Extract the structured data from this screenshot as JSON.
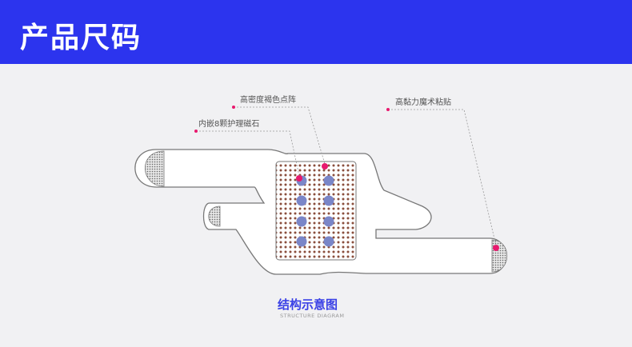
{
  "banner": {
    "title": "产品尺码",
    "color": "#2c34ee"
  },
  "annotations": {
    "brown_dot_matrix": "高密度褐色点阵",
    "magnets": "内嵌8颗护理磁石",
    "hook_loop": "高黏力魔术粘贴"
  },
  "caption": {
    "cn": "结构示意图",
    "en": "STRUCTURE DIAGRAM",
    "color": "#3a41e6"
  },
  "colors": {
    "dot_matrix": "#8a4e3c",
    "magnet": "#7a86c8",
    "marker": "#e8196e",
    "outline": "#777777"
  }
}
